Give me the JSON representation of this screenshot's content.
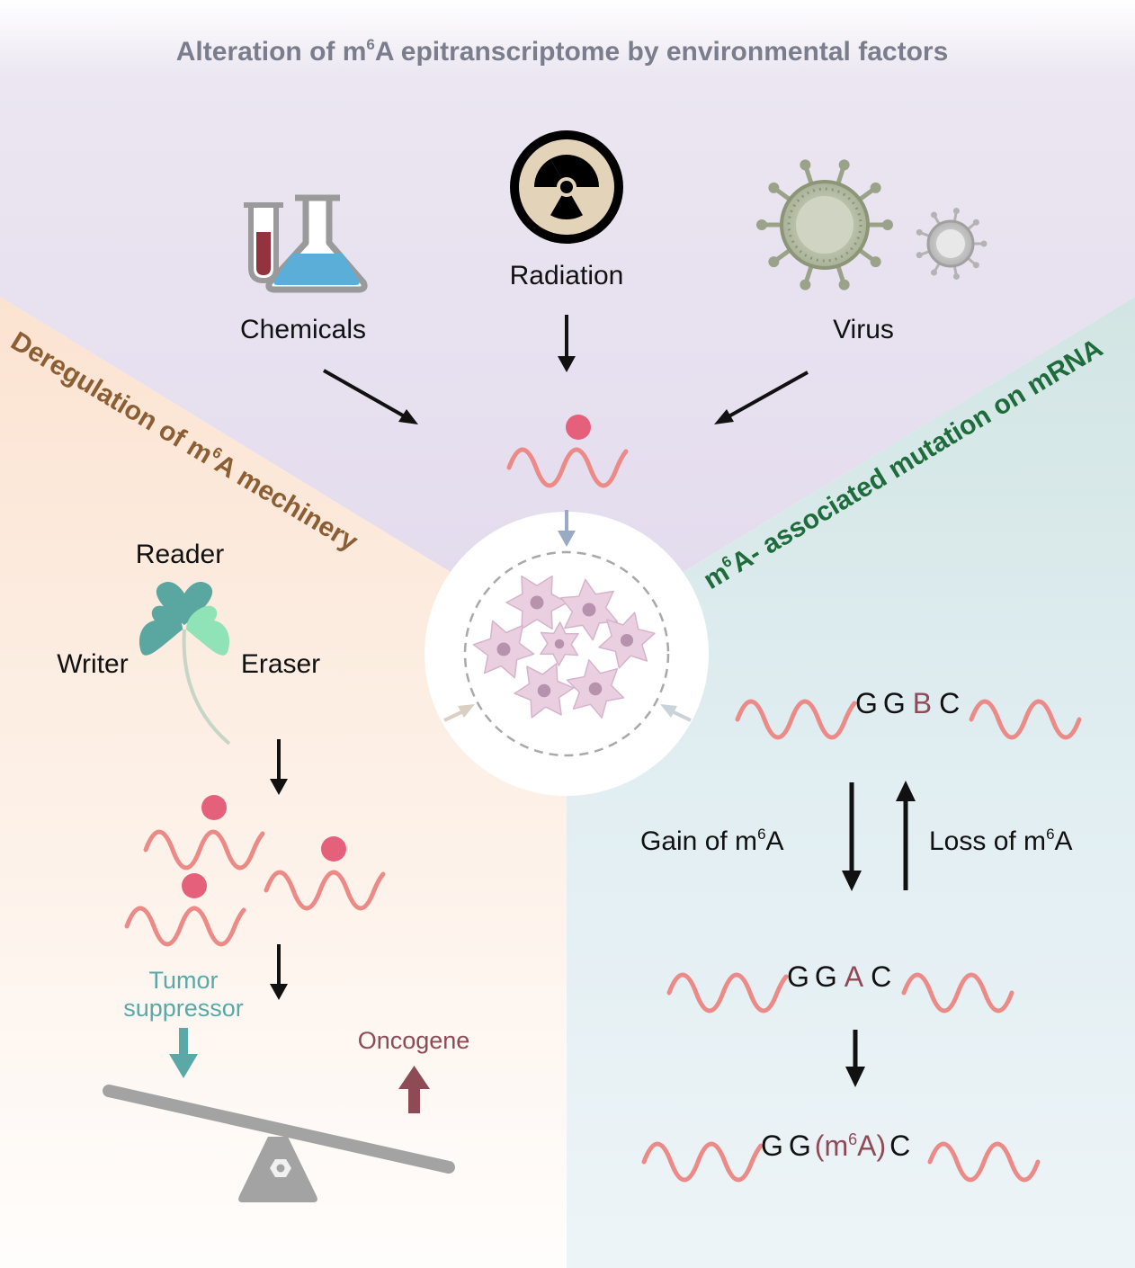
{
  "title": {
    "prefix": "Alteration of m",
    "sup": "6",
    "suffix": "A epitranscriptome by environmental factors"
  },
  "factors": {
    "chemicals": "Chemicals",
    "radiation": "Radiation",
    "virus": "Virus"
  },
  "left_panel": {
    "heading_prefix": "Deregulation of  m",
    "heading_sup": "6",
    "heading_suffix": "A mechinery",
    "reader": "Reader",
    "writer": "Writer",
    "eraser": "Eraser",
    "tumor_suppressor_line1": "Tumor",
    "tumor_suppressor_line2": "suppressor",
    "oncogene": "Oncogene"
  },
  "right_panel": {
    "heading_prefix": "m",
    "heading_sup": "6",
    "heading_suffix": "A- associated mutation on mRNA",
    "seq1": {
      "g1": "G",
      "g2": "G",
      "mid": "B",
      "end": "C"
    },
    "seq2": {
      "g1": "G",
      "g2": "G",
      "mid": "A",
      "end": "C"
    },
    "seq3": {
      "g1": "G",
      "g2": "G",
      "open": "(m",
      "sup": "6",
      "close": "A)",
      "end": "C"
    },
    "gain_prefix": "Gain of m",
    "gain_sup": "6",
    "gain_suffix": "A",
    "loss_prefix": "Loss of m",
    "loss_sup": "6",
    "loss_suffix": "A"
  },
  "colors": {
    "title_gray": "#7a7d8c",
    "left_heading": "#8b5e34",
    "right_heading": "#1e6b3c",
    "rna": "#ec8a87",
    "m6a_dot": "#e5607a",
    "tumor_suppressor": "#5aa9a6",
    "oncogene": "#8e4a55",
    "highlight_base": "#8e4a55"
  }
}
